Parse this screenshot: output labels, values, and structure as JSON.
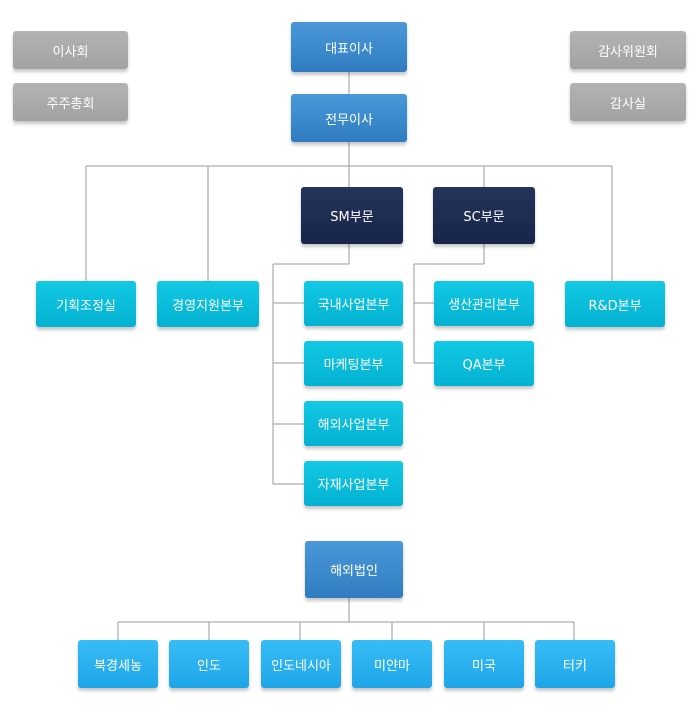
{
  "nodes": {
    "board": "이사회",
    "shareholders": "주주총회",
    "ceo": "대표이사",
    "executive": "전무이사",
    "audit_committee": "감사위원회",
    "audit_office": "감사실",
    "sm_division": "SM부문",
    "sc_division": "SC부문",
    "planning": "기획조정실",
    "management_support": "경영지원본부",
    "domestic_sales": "국내사업본부",
    "marketing": "마케팅본부",
    "overseas_sales": "해외사업본부",
    "materials": "자재사업본부",
    "production": "생산관리본부",
    "qa": "QA본부",
    "rnd": "R&D본부",
    "overseas_corp": "해외법인",
    "china": "북경세농",
    "india": "인도",
    "indonesia": "인도네시아",
    "myanmar": "미얀마",
    "usa": "미국",
    "turkey": "터키"
  },
  "colors": {
    "executive_box": "#3a8acc",
    "division_box": "#1e2d52",
    "department_box": "#0bbdd9",
    "subsidiary_box": "#28b0ee",
    "side_box": "#aaaaaa",
    "connector": "#999999"
  }
}
